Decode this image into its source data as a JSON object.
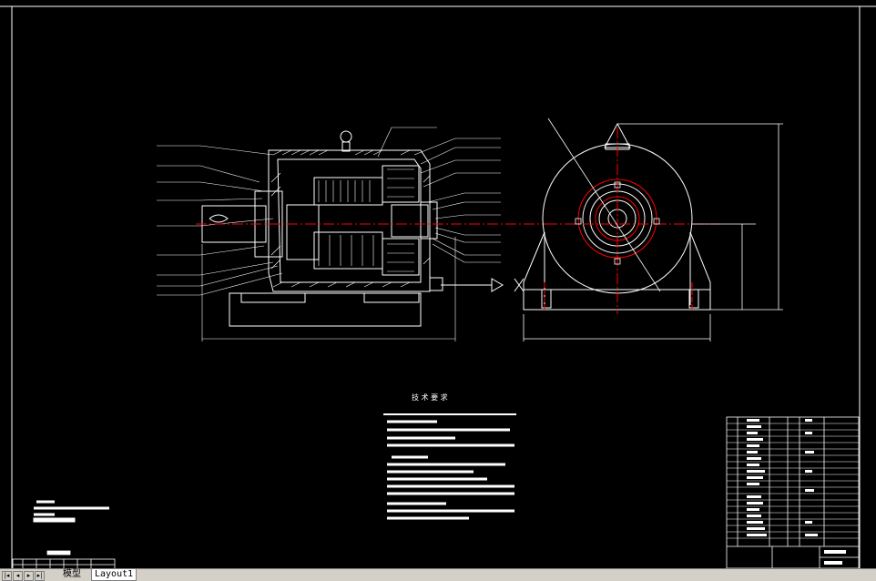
{
  "drawing": {
    "background": "#000000",
    "line_color": "#ffffff",
    "center_line_color": "#ff0000",
    "tech_title": "技 术 要 求"
  },
  "tabs": {
    "items": [
      {
        "label": "模型"
      },
      {
        "label": "Layout1"
      }
    ],
    "active_index": 1,
    "nav_first_icon": "first-icon",
    "nav_prev_icon": "prev-icon",
    "nav_next_icon": "next-icon",
    "nav_last_icon": "last-icon"
  }
}
